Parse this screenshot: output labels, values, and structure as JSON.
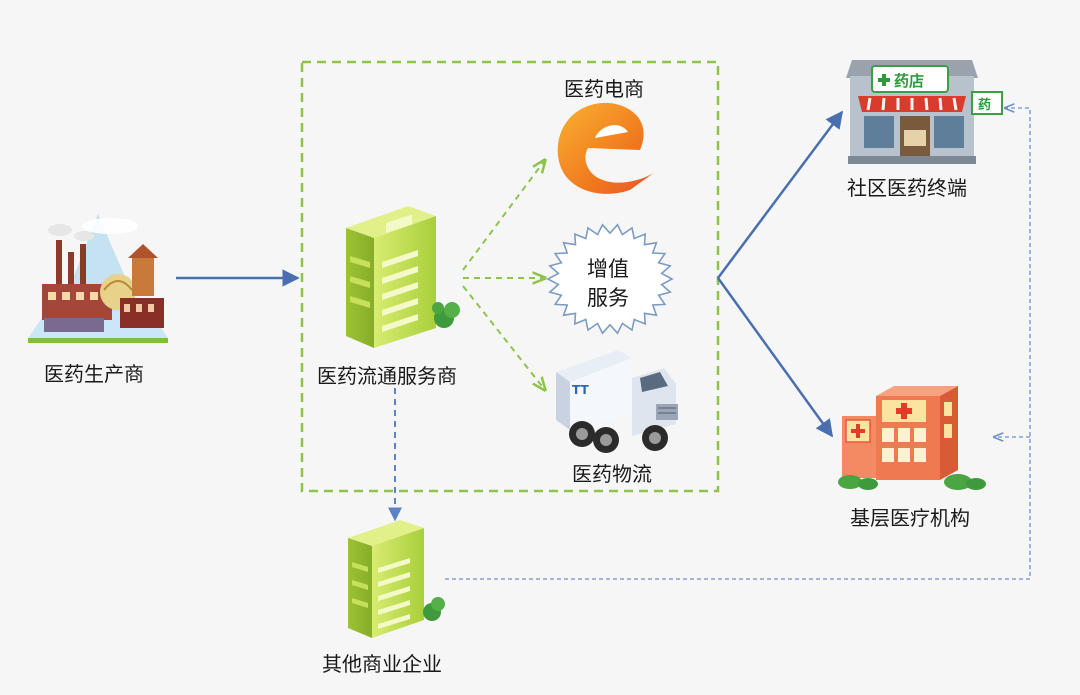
{
  "nodes": {
    "manufacturer": "医药生产商",
    "distributor": "医药流通服务商",
    "ecommerce": "医药电商",
    "value_added": [
      "增值",
      "服务"
    ],
    "logistics": "医药物流",
    "community_terminal": "社区医药终端",
    "grassroots_institution": "基层医疗机构",
    "other_enterprises": "其他商业企业"
  },
  "pharmacy_sign": "药店",
  "pharmacy_side_sign": "药",
  "icons": [
    "factory-icon",
    "building-icon",
    "ecommerce-logo-icon",
    "starburst-icon",
    "truck-icon",
    "pharmacy-icon",
    "hospital-icon"
  ],
  "colors": {
    "solid_arrow": "#4a6fb0",
    "green_dashed": "#8cc44c",
    "blue_dashed": "#5b82c4",
    "building_green": "#b8d84a"
  }
}
